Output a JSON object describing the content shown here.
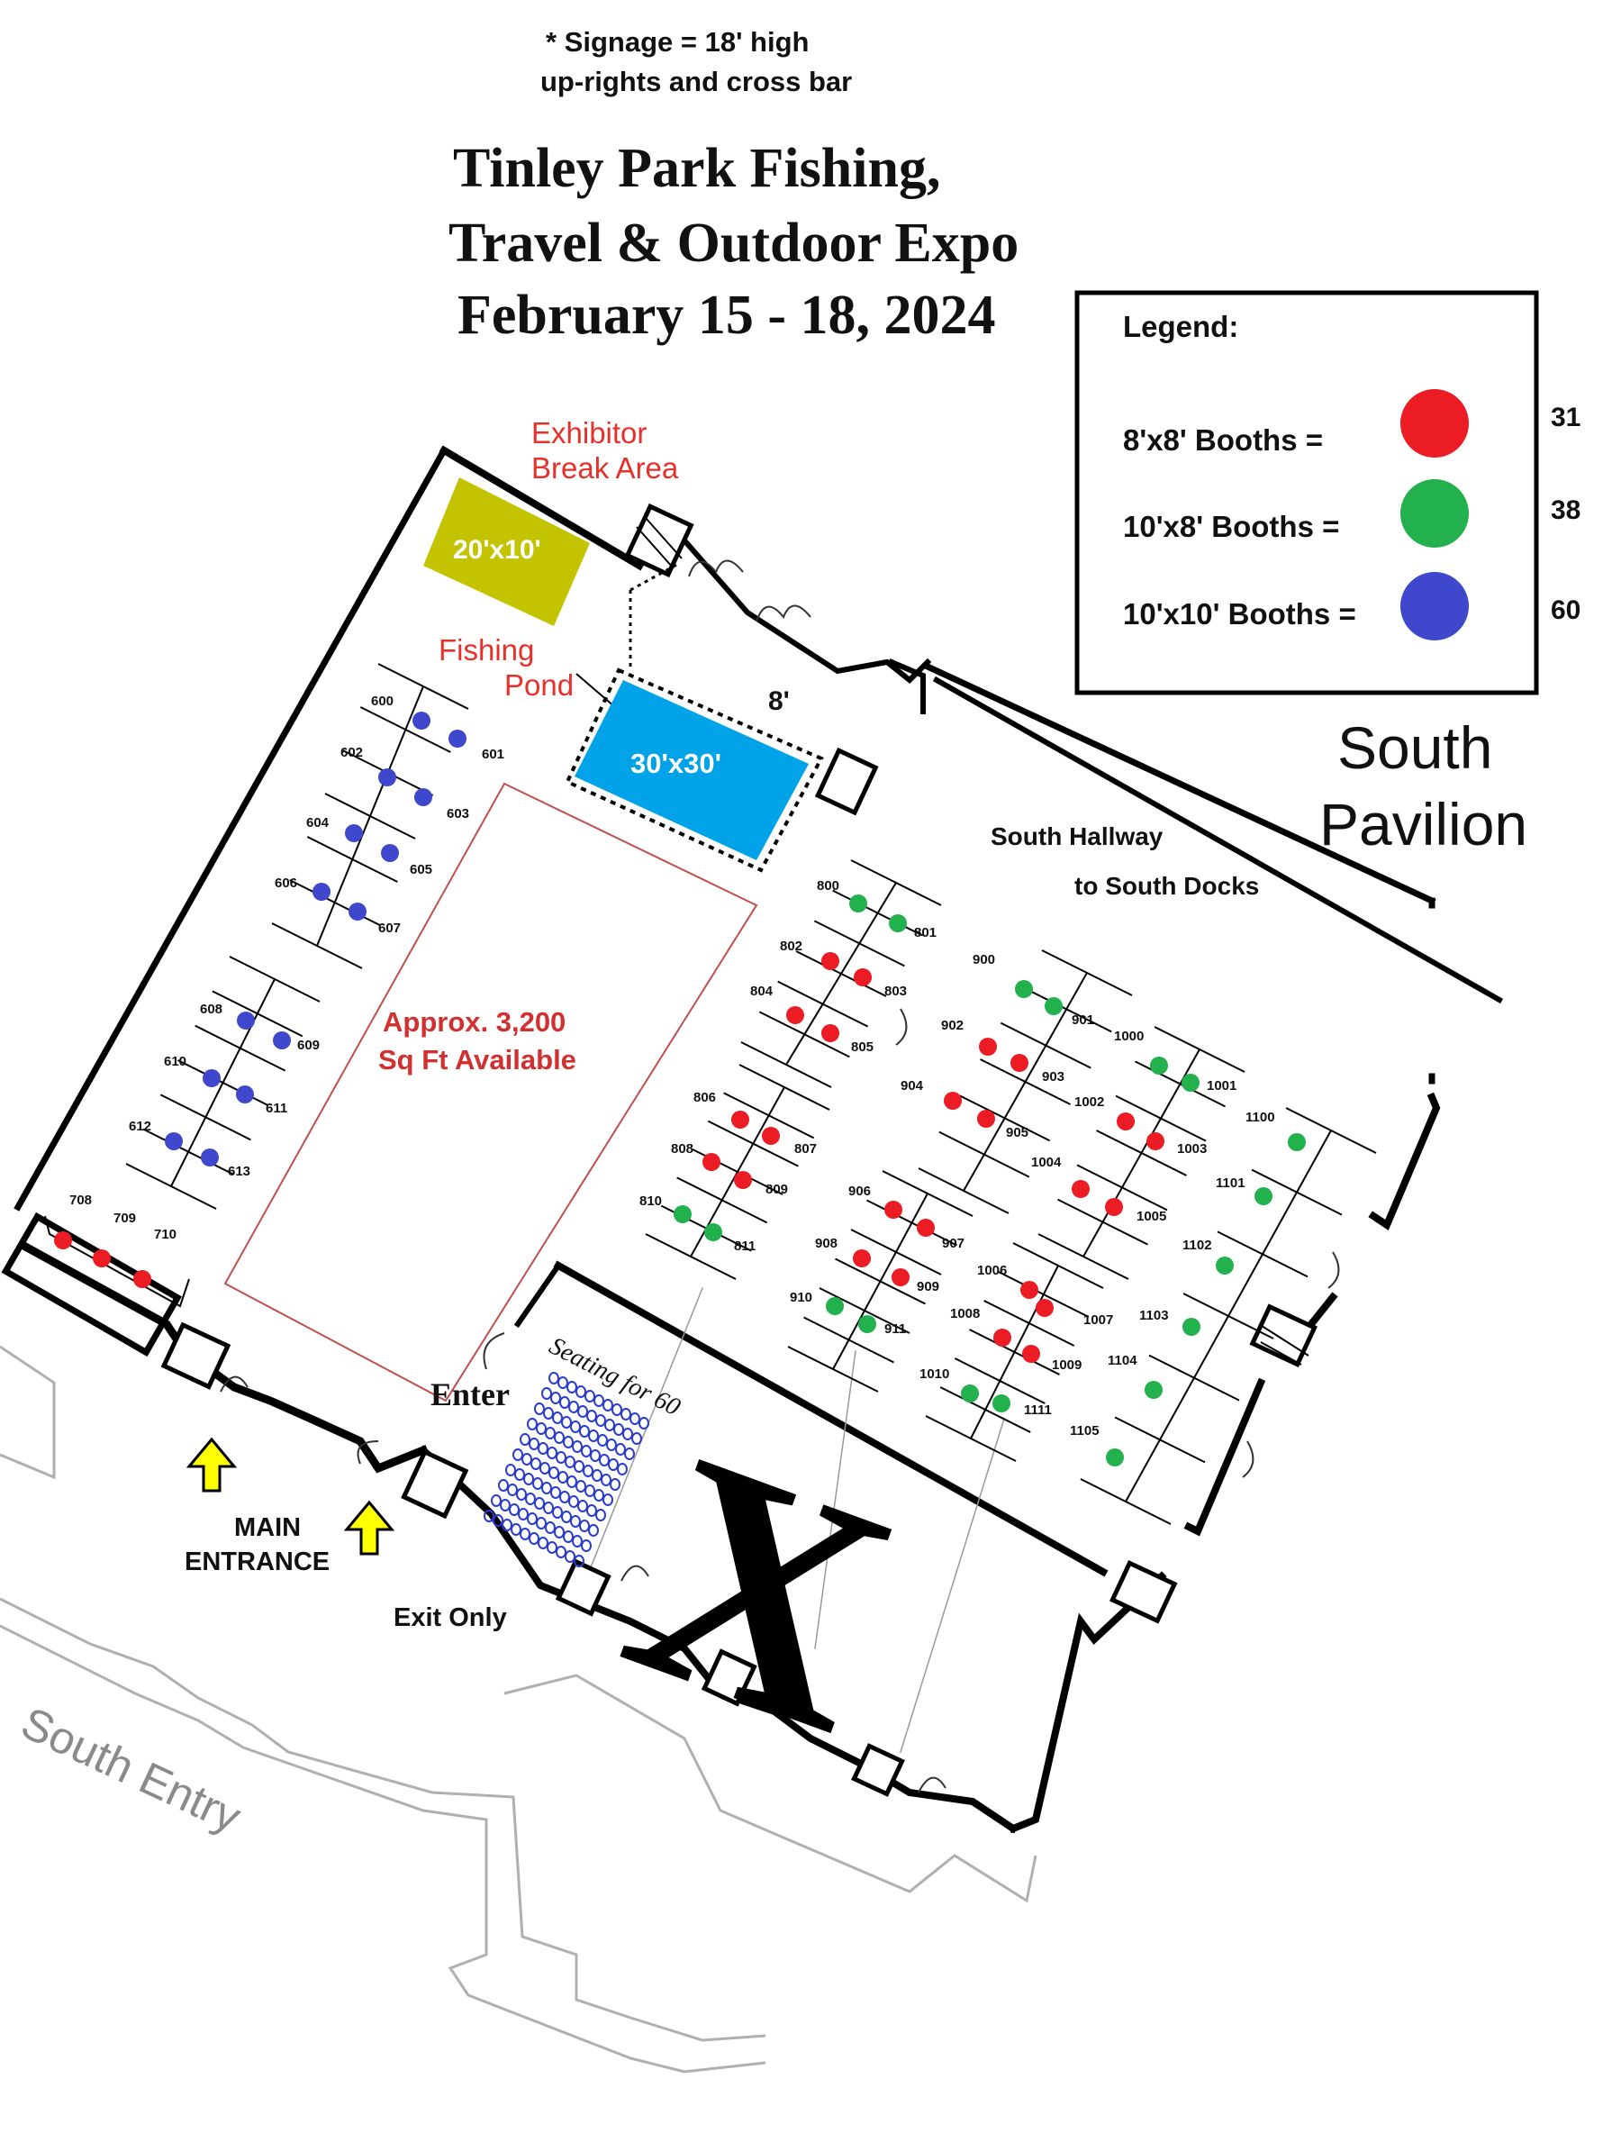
{
  "header": {
    "signage_line1": "* Signage = 18' high",
    "signage_line2": "up-rights and cross bar",
    "title_line1": "Tinley Park Fishing,",
    "title_line2": "Travel & Outdoor Expo",
    "title_line3": "February 15 - 18, 2024"
  },
  "legend": {
    "title": "Legend:",
    "items": [
      {
        "label": "8'x8' Booths =",
        "color": "#ec1c24",
        "count": "31"
      },
      {
        "label": "10'x8' Booths =",
        "color": "#22b14c",
        "count": "38"
      },
      {
        "label": "10'x10' Booths =",
        "color": "#3f48cc",
        "count": "60"
      }
    ]
  },
  "areas": {
    "break_area_line1": "Exhibitor",
    "break_area_line2": "Break Area",
    "break_area_size": "20'x10'",
    "fishing_pond_line1": "Fishing",
    "fishing_pond_line2": "Pond",
    "pond_size": "30'x30'",
    "pond_gap": "8'",
    "available_line1": "Approx. 3,200",
    "available_line2": "Sq Ft   Available",
    "seating": "Seating for 60",
    "enter": "Enter",
    "south_pavilion_line1": "South",
    "south_pavilion_line2": "Pavilion",
    "hallway_line1": "South Hallway",
    "hallway_line2": "to South Docks",
    "main_entrance_line1": "MAIN",
    "main_entrance_line2": "ENTRANCE",
    "exit_only": "Exit Only",
    "south_entry": "South Entry",
    "x_mark": "X"
  },
  "colors": {
    "red": "#ec1c24",
    "green": "#22b14c",
    "blue": "#3f48cc",
    "break_area": "#c3c300",
    "pond": "#00a2e8",
    "label_red": "#e8302a",
    "arrow_yellow": "#ffff00"
  },
  "booths": [
    {
      "number": "600",
      "color": "blue"
    },
    {
      "number": "601",
      "color": "blue"
    },
    {
      "number": "602",
      "color": "blue"
    },
    {
      "number": "603",
      "color": "blue"
    },
    {
      "number": "604",
      "color": "blue"
    },
    {
      "number": "605",
      "color": "blue"
    },
    {
      "number": "606",
      "color": "blue"
    },
    {
      "number": "607",
      "color": "blue"
    },
    {
      "number": "608",
      "color": "blue"
    },
    {
      "number": "609",
      "color": "blue"
    },
    {
      "number": "610",
      "color": "blue"
    },
    {
      "number": "611",
      "color": "blue"
    },
    {
      "number": "612",
      "color": "blue"
    },
    {
      "number": "613",
      "color": "blue"
    },
    {
      "number": "708",
      "color": "red"
    },
    {
      "number": "709",
      "color": "red"
    },
    {
      "number": "710",
      "color": "red"
    },
    {
      "number": "800",
      "color": "green"
    },
    {
      "number": "801",
      "color": "green"
    },
    {
      "number": "802",
      "color": "red"
    },
    {
      "number": "803",
      "color": "red"
    },
    {
      "number": "804",
      "color": "red"
    },
    {
      "number": "805",
      "color": "red"
    },
    {
      "number": "806",
      "color": "red"
    },
    {
      "number": "807",
      "color": "red"
    },
    {
      "number": "808",
      "color": "red"
    },
    {
      "number": "809",
      "color": "red"
    },
    {
      "number": "810",
      "color": "green"
    },
    {
      "number": "811",
      "color": "green"
    },
    {
      "number": "900",
      "color": "green"
    },
    {
      "number": "901",
      "color": "green"
    },
    {
      "number": "902",
      "color": "red"
    },
    {
      "number": "903",
      "color": "red"
    },
    {
      "number": "904",
      "color": "red"
    },
    {
      "number": "905",
      "color": "red"
    },
    {
      "number": "906",
      "color": "red"
    },
    {
      "number": "907",
      "color": "red"
    },
    {
      "number": "908",
      "color": "red"
    },
    {
      "number": "909",
      "color": "red"
    },
    {
      "number": "910",
      "color": "green"
    },
    {
      "number": "911",
      "color": "green"
    },
    {
      "number": "1000",
      "color": "green"
    },
    {
      "number": "1001",
      "color": "green"
    },
    {
      "number": "1002",
      "color": "red"
    },
    {
      "number": "1003",
      "color": "red"
    },
    {
      "number": "1004",
      "color": "red"
    },
    {
      "number": "1005",
      "color": "red"
    },
    {
      "number": "1006",
      "color": "red"
    },
    {
      "number": "1007",
      "color": "red"
    },
    {
      "number": "1008",
      "color": "red"
    },
    {
      "number": "1009",
      "color": "red"
    },
    {
      "number": "1010",
      "color": "green"
    },
    {
      "number": "1111",
      "color": "green"
    },
    {
      "number": "1100",
      "color": "green"
    },
    {
      "number": "1101",
      "color": "green"
    },
    {
      "number": "1102",
      "color": "green"
    },
    {
      "number": "1103",
      "color": "green"
    },
    {
      "number": "1104",
      "color": "green"
    },
    {
      "number": "1105",
      "color": "green"
    }
  ]
}
